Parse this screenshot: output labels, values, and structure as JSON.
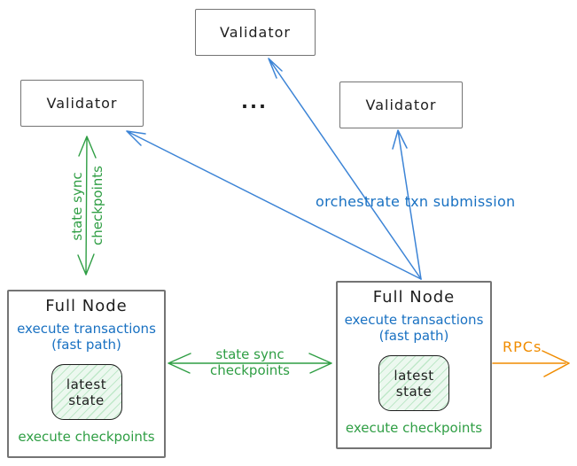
{
  "colors": {
    "ink": "#1e1e1e",
    "green": "#2f9e44",
    "blue": "#1971c2",
    "arrow_blue": "#3c84d6",
    "orange": "#f08c00",
    "box_border": "#747474",
    "state_fill": "#ecf8ef",
    "state_hatch": "#bfe8c9"
  },
  "validators": {
    "top": {
      "label": "Validator"
    },
    "left": {
      "label": "Validator"
    },
    "right": {
      "label": "Validator"
    },
    "ellipsis": "..."
  },
  "full_nodes": {
    "left": {
      "title": "Full Node",
      "fast_path_line1": "execute transactions",
      "fast_path_line2": "(fast path)",
      "state_line1": "latest",
      "state_line2": "state",
      "footer": "execute checkpoints"
    },
    "right": {
      "title": "Full Node",
      "fast_path_line1": "execute transactions",
      "fast_path_line2": "(fast path)",
      "state_line1": "latest",
      "state_line2": "state",
      "footer": "execute checkpoints"
    }
  },
  "edges": {
    "state_sync_vertical": {
      "label_line1": "state sync",
      "label_line2": "checkpoints"
    },
    "state_sync_horizontal": {
      "label_line1": "state sync",
      "label_line2": "checkpoints"
    },
    "orchestrate": {
      "label": "orchestrate txn submission"
    },
    "rpcs": {
      "label": "RPCs"
    }
  }
}
